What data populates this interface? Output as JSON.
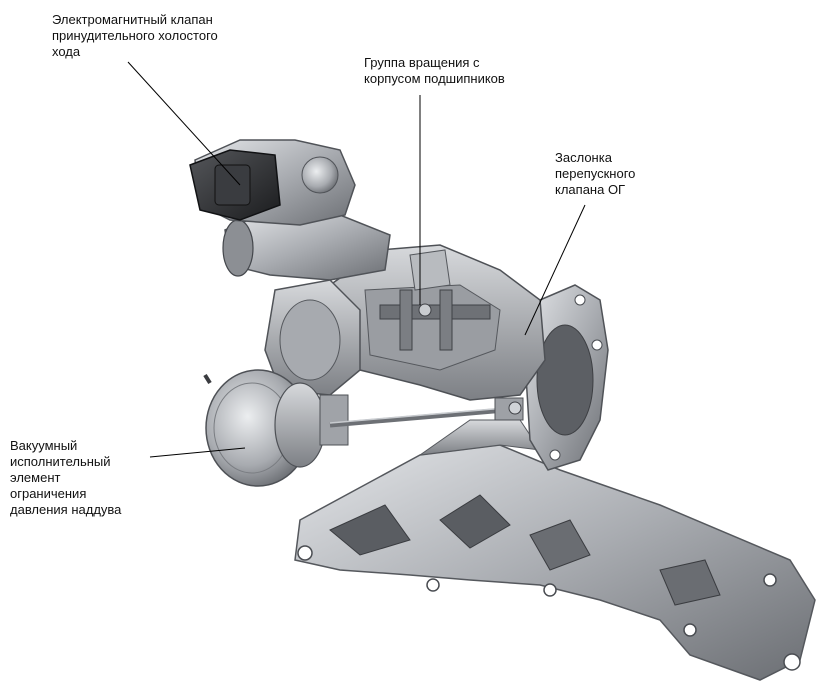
{
  "labels": {
    "solenoid": "Электромагнитный клапан\nпринудительного холостого\nхода",
    "rotation_group": "Группа вращения с\nкорпусом подшипников",
    "wastegate_flap": "Заслонка\nперепускного\nклапана ОГ",
    "vacuum_actuator": "Вакуумный\nисполнительный\nэлемент\nограничения\nдавления наддува"
  },
  "colors": {
    "metal_light": "#c9cbcf",
    "metal_mid": "#8d9096",
    "metal_dark": "#4a4d52",
    "solenoid_black": "#2a2b2e",
    "leader_line": "#000000"
  }
}
